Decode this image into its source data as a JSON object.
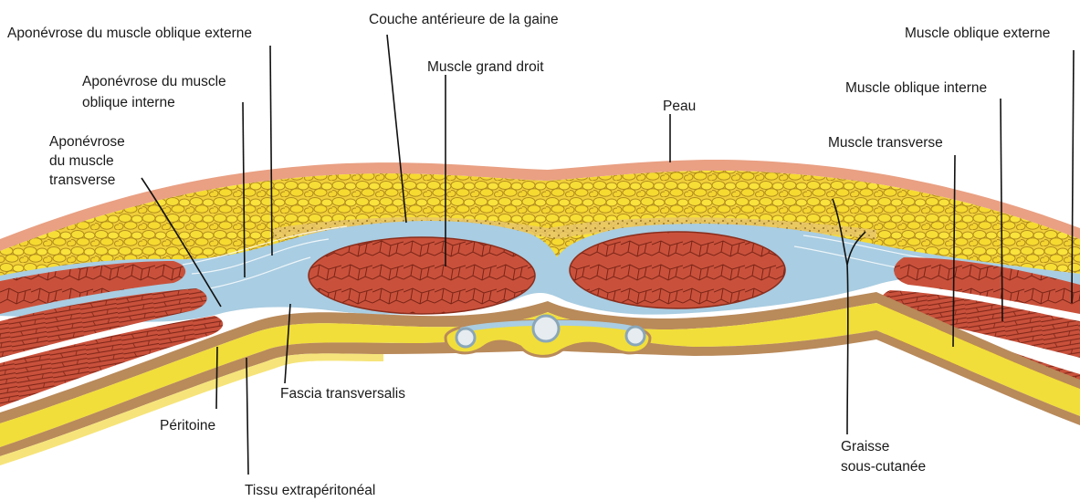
{
  "labels": {
    "aponevrose_oblique_externe": "Aponévrose du muscle oblique externe",
    "couche_anterieure": "Couche antérieure de la gaine",
    "muscle_oblique_externe_right": "Muscle oblique externe",
    "aponevrose_oblique_interne_l1": "Aponévrose du muscle",
    "aponevrose_oblique_interne_l2": "oblique interne",
    "muscle_grand_droit": "Muscle grand droit",
    "muscle_oblique_interne_right": "Muscle oblique interne",
    "peau": "Peau",
    "aponevrose_transverse_l1": "Aponévrose",
    "aponevrose_transverse_l2": "du muscle",
    "aponevrose_transverse_l3": "transverse",
    "muscle_transverse": "Muscle transverse",
    "fascia_transversalis": "Fascia transversalis",
    "peritoine": "Péritoine",
    "graisse_l1": "Graisse",
    "graisse_l2": "sous-cutanée",
    "tissu_extraperitoneal": "Tissu extrapéritonéal"
  },
  "colors": {
    "skin": "#e9a083",
    "fat": "#f3d22a",
    "fat_cell_outline": "#b8921a",
    "fascia_blue": "#a9cde2",
    "muscle": "#c9513b",
    "muscle_lines": "#7a2417",
    "peritoneum": "#f1de3a",
    "brown_layer": "#b98a5a"
  }
}
